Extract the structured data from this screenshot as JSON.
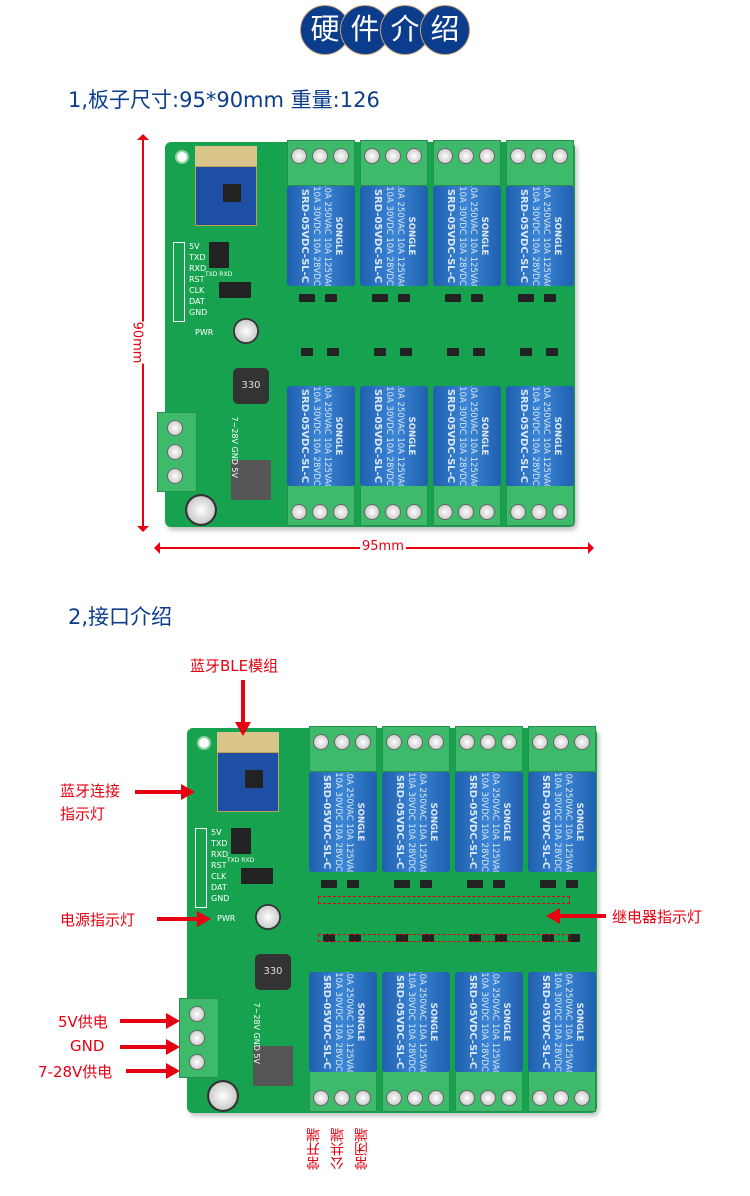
{
  "header": {
    "title_chars": [
      "硬",
      "件",
      "介",
      "绍"
    ]
  },
  "section1": {
    "title": "1,板子尺寸:95*90mm  重量:126",
    "dim_height": "90mm",
    "dim_width": "95mm"
  },
  "section2": {
    "title": "2,接口介绍"
  },
  "board": {
    "relay_model": "SRD-05VDC-SL-C",
    "relay_rating_ac": "10A 250VAC  10A 125VAC",
    "relay_rating_dc": "10A 30VDC  10A 28VDC",
    "relay_brand": "SONGLE",
    "pins": [
      "5V",
      "TXD",
      "RXD",
      "RST",
      "CLK",
      "DAT",
      "GND"
    ],
    "power_terminal_label": "7~28V GND 5V",
    "inductor": "330",
    "pwr_label": "PWR",
    "jumper_label": "TXD RXD"
  },
  "annotations": {
    "ble_module": "蓝牙BLE模组",
    "ble_led_1": "蓝牙连接",
    "ble_led_2": "指示灯",
    "power_led": "电源指示灯",
    "relay_led": "继电器指示灯",
    "supply_5v": "5V供电",
    "gnd": "GND",
    "supply_7_28v": "7-28V供电",
    "normally_open": "常开端",
    "common": "公共端",
    "normally_closed": "常闭端"
  },
  "colors": {
    "brand_blue": "#0b3d8c",
    "annotation_red": "#e60012",
    "pcb_green": "#17a24f"
  }
}
